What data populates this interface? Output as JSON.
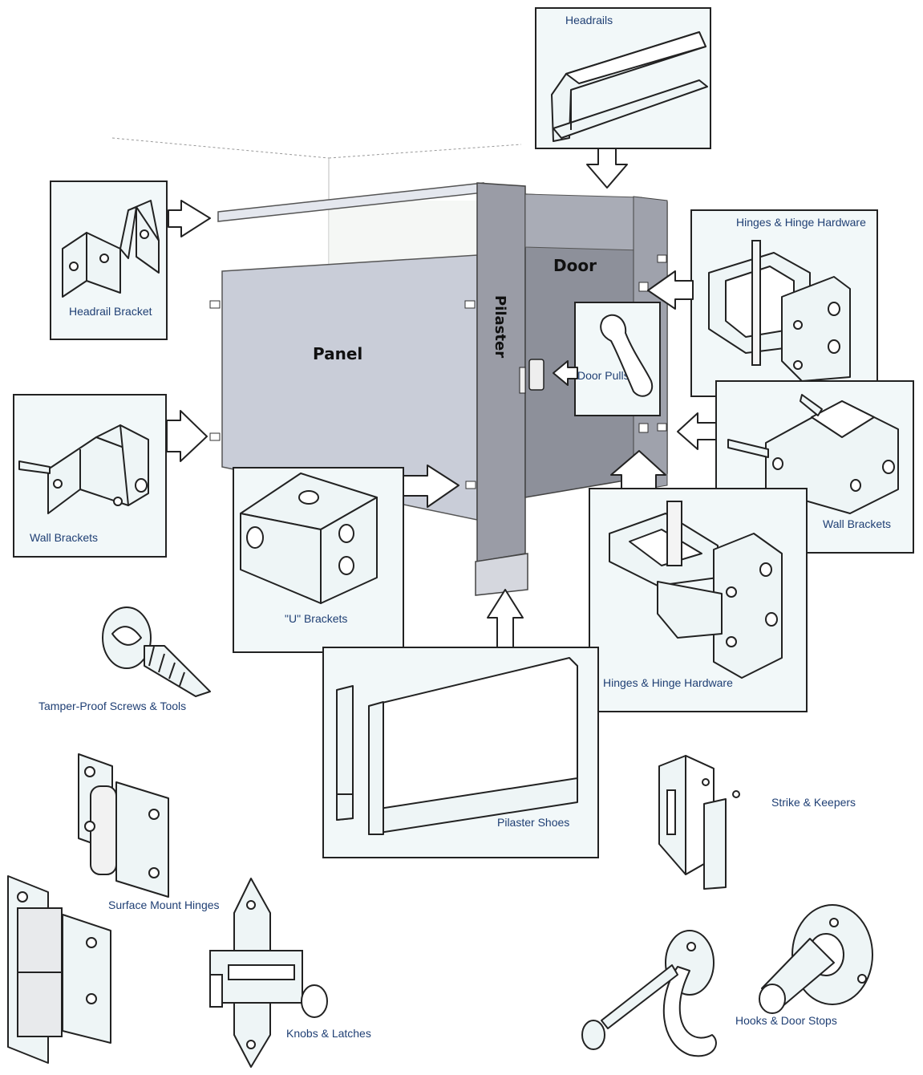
{
  "colors": {
    "label_text": "#1f3f74",
    "box_fill": "#f2f8f9",
    "panel_fill": "#c9cdd8",
    "door_fill": "#8d909a",
    "pilaster_fill": "#9a9ca6",
    "outline": "#222222"
  },
  "diagram": {
    "stall": {
      "panel": "Panel",
      "door": "Door",
      "pilaster": "Pilaster"
    },
    "parts": {
      "headrails": "Headrails",
      "headrail_bracket": "Headrail Bracket",
      "hinges_top": "Hinges & Hinge Hardware",
      "wall_brackets_left": "Wall Brackets",
      "door_pulls": "Door Pulls",
      "wall_brackets_right": "Wall Brackets",
      "u_brackets": "\"U\" Brackets",
      "hinges_bottom": "Hinges & Hinge Hardware",
      "tamper_proof": "Tamper-Proof Screws & Tools",
      "pilaster_shoes": "Pilaster Shoes",
      "strike_keepers": "Strike & Keepers",
      "surface_mount_hinges": "Surface Mount Hinges",
      "knobs_latches": "Knobs & Latches",
      "hooks_door_stops": "Hooks & Door Stops"
    },
    "icons": {
      "arrow": "arrow-icon",
      "bracket": "bracket-icon",
      "hinge": "hinge-icon",
      "screw": "screw-icon",
      "hook": "hook-icon",
      "door_stop": "door-stop-icon",
      "latch": "latch-icon"
    }
  }
}
